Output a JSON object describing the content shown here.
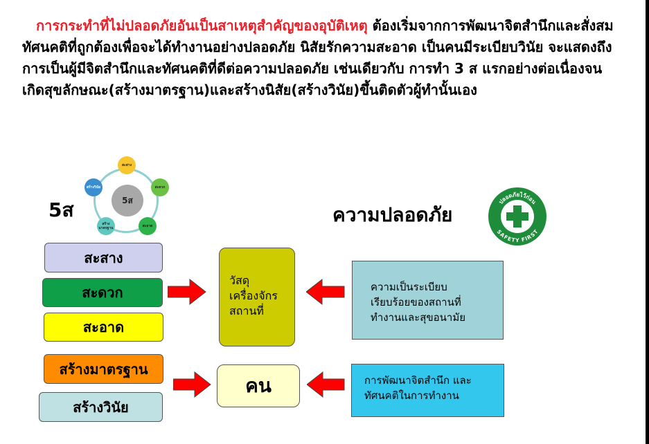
{
  "intro": {
    "lead": "การกระทำที่ไม่ปลอดภัยอันเป็นสาเหตุสำคัญของอุบัติเหตุ",
    "body": " ต้องเริ่มจากการพัฒนาจิตสำนึกและสั่งสมทัศนคติที่ถูกต้องเพื่อจะได้ทำงานอย่างปลอดภัย นิสัยรักความสะอาด เป็นคนมีระเบียบวินัย จะแสดงถึงการเป็นผู้มีจิตสำนึกและทัศนคติที่ดีต่อความปลอดภัย เช่นเดียวกับ การทำ 3 ส แรกอย่างต่อเนื่องจนเกิดสุขลักษณะ(สร้างมาตรฐาน)และสร้างนิสัย(สร้างวินัย)ขึ้นติดตัวผู้ทำนั้นเอง"
  },
  "wheel": {
    "center": "5ส",
    "nodes": [
      "สะสาง",
      "สะดวก",
      "สะอาด",
      "สร้างมาตรฐาน",
      "สร้างวินัย"
    ]
  },
  "labels": {
    "five_s": "5ส",
    "safety": "ความปลอดภัย"
  },
  "logo": {
    "top_text": "ปลอดภัยไว้ก่อน",
    "bottom_text": "SAFETY FIRST"
  },
  "left_boxes": [
    "สะสาง",
    "สะดวก",
    "สะอาด",
    "สร้างมาตรฐาน",
    "สร้างวินัย"
  ],
  "center_boxes": {
    "top": [
      "วัสดุ",
      "เครื่องจักร",
      "สถานที่"
    ],
    "bottom": "คน"
  },
  "right_boxes": {
    "top": [
      "ความเป็นระเบียบ",
      "เรียบร้อยของสถานที่",
      "ทำงานและสุขอนามัย"
    ],
    "bottom": [
      "การพัฒนาจิตสำนึก และ",
      "ทัศนคติในการทำงาน"
    ]
  },
  "colors": {
    "lead_text": "#e8222c",
    "arrow": "#ff0000",
    "box_sasang": "#cfcfee",
    "box_saduak": "#0e9f48",
    "box_saat": "#ffff00",
    "box_standard": "#ff8c00",
    "box_discipline": "#bfe1e3",
    "center_top": "#cccc00",
    "center_bottom": "#ffffcc",
    "right_top": "#9fd3d9",
    "right_bottom": "#33c7ee",
    "logo_green": "#1e8c3a"
  }
}
